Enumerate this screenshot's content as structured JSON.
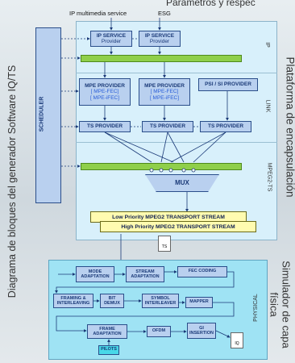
{
  "top_text": "Parámetros y respec",
  "titles": {
    "left": "Diagrama de bloques del generador Software IQ/TS",
    "right_top": "Plataforma de encapsulación",
    "right_bottom_1": "Simulador de capa",
    "right_bottom_2": "física"
  },
  "inputs": {
    "ip_multimedia": "IP multimedia service",
    "esg": "ESG"
  },
  "scheduler": "SCHEDULER",
  "ip_layer": {
    "label": "IP",
    "blocks": [
      {
        "line1": "IP SERVICE",
        "line2": "Provider"
      },
      {
        "line1": "IP SERVICE",
        "line2": "Provider"
      }
    ]
  },
  "link_layer": {
    "label": "LINK",
    "mpe": [
      {
        "title": "MPE PROVIDER",
        "sub1": "[ MPE-FEC]",
        "sub2": "[ MPE-iFEC]"
      },
      {
        "title": "MPE PROVIDER",
        "sub1": "[ MPE-FEC]",
        "sub2": "[ MPE-iFEC]"
      }
    ],
    "psi": "PSI / SI PROVIDER",
    "ts_providers": [
      "TS PROVIDER",
      "TS PROVIDER",
      "TS PROVIDER"
    ]
  },
  "mpeg_layer": {
    "label": "MPEG2-TS",
    "mux": "MUX",
    "low_stream": "Low Priority MPEG2 TRANSPORT STREAM",
    "high_stream": "High Priority MPEG2 TRANSPORT STREAM",
    "ts_doc": "TS"
  },
  "physical": {
    "label": "PHYSICAL",
    "row1": [
      "MODE ADAPTATION",
      "STREAM ADAPTATION",
      "FEC CODING"
    ],
    "row2": [
      "FRAMING & INTERLEAVING",
      "BIT DEMUX",
      "SYMBOL INTERLEAVER",
      "MAPPER"
    ],
    "row3": [
      "FRAME ADAPTATION",
      "OFDM",
      "GI INSERTION"
    ],
    "pilots": "PILOTS",
    "iq_doc": "IQ"
  },
  "colors": {
    "panel": "#d8f0fb",
    "block": "#b9d0ef",
    "bar": "#8fcf4a",
    "stream": "#fffbb0",
    "physical": "#9fe3f4",
    "pilots": "#48d8e8"
  }
}
